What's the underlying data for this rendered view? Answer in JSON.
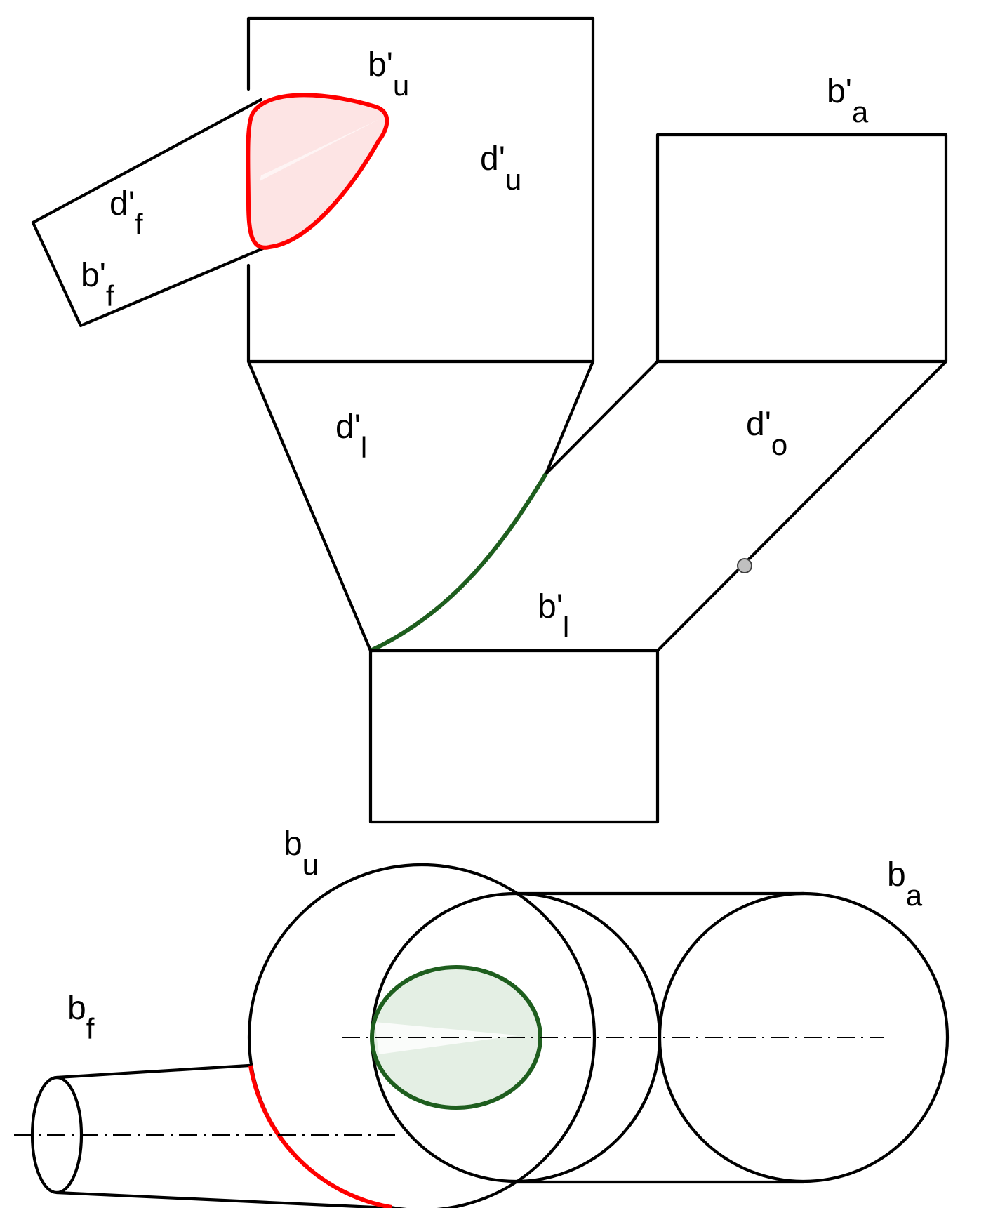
{
  "colors": {
    "line": "#000000",
    "red_curve": "#ff0000",
    "red_fill": "#fde4e4",
    "green_curve": "#1e5e1e",
    "green_fill": "#e4efe4",
    "point": "#c0c0c0"
  },
  "labels": {
    "bu_prime": {
      "base": "b'",
      "sub": "u"
    },
    "du_prime": {
      "base": "d'",
      "sub": "u"
    },
    "ba_prime": {
      "base": "b'",
      "sub": "a"
    },
    "df_prime": {
      "base": "d'",
      "sub": "f"
    },
    "bf_prime": {
      "base": "b'",
      "sub": "f"
    },
    "dl_prime": {
      "base": "d'",
      "sub": "l"
    },
    "do_prime": {
      "base": "d'",
      "sub": "o"
    },
    "bl_prime": {
      "base": "b'",
      "sub": "l"
    },
    "bu": {
      "base": "b",
      "sub": "u"
    },
    "ba": {
      "base": "b",
      "sub": "a"
    },
    "bf": {
      "base": "b",
      "sub": "f"
    }
  }
}
